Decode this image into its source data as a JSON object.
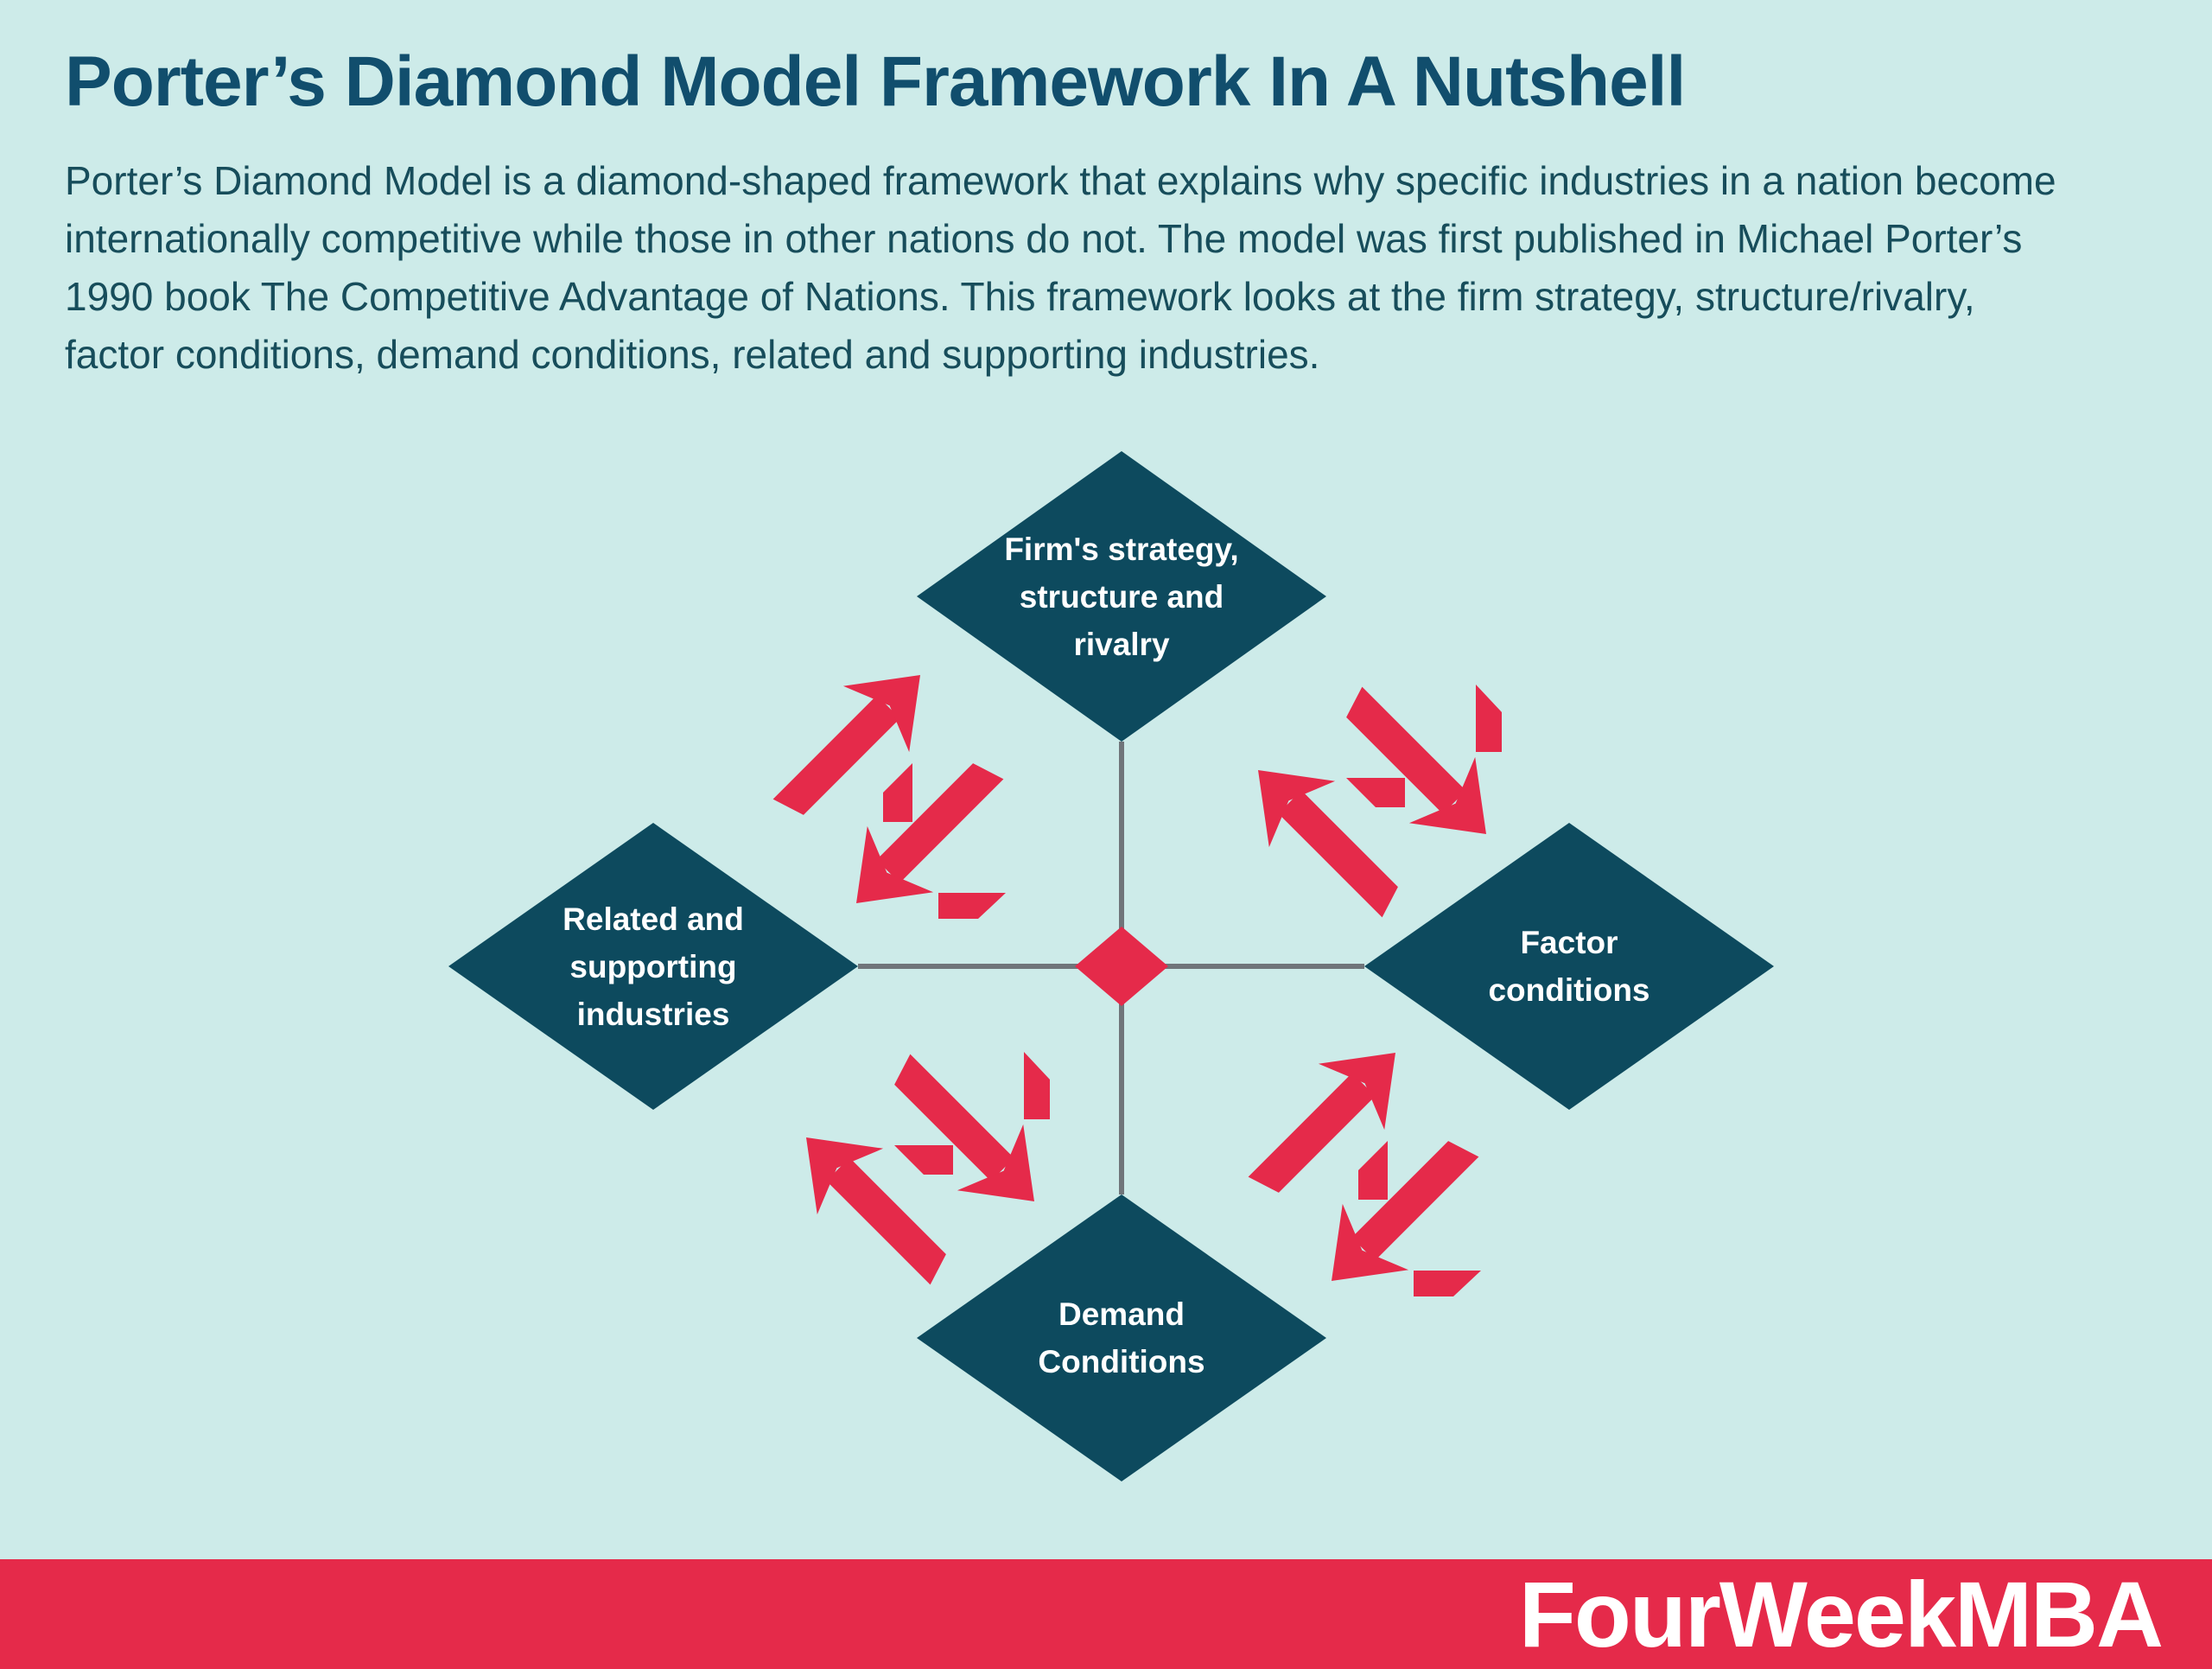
{
  "page": {
    "title": "Porter’s Diamond Model Framework In A Nutshell",
    "description": "Porter’s Diamond Model is a diamond-shaped framework that explains why specific industries in a nation become\ninternationally competitive while those in other nations do not. The model was first published in Michael Porter’s\n1990 book The Competitive Advantage of Nations. This framework looks at the firm strategy, structure/rivalry,\nfactor conditions, demand conditions, related and supporting industries.",
    "type_note": "static infographic diagram"
  },
  "diagram": {
    "model": "Porter's Diamond Model",
    "nodes": {
      "top": {
        "label": "Firm's strategy,\nstructure and\nrivalry"
      },
      "left": {
        "label": "Related and\nsupporting\nindustries"
      },
      "right": {
        "label": "Factor\nconditions"
      },
      "bottom": {
        "label": "Demand\nConditions"
      }
    },
    "connectors": {
      "horizontal": "left-diamond to right-diamond",
      "vertical": "top-diamond to bottom-diamond",
      "hub": "small red diamond at center"
    },
    "arrow_clusters": [
      "double zigzag arrows between top and left diamonds",
      "double zigzag arrows between top and right diamonds",
      "double zigzag arrows between left and bottom diamonds",
      "double zigzag arrows between right and bottom diamonds"
    ]
  },
  "footer": {
    "brand": "FourWeekMBA"
  },
  "colors": {
    "background": "#cdebe9",
    "diamond_fill": "#0d4a5e",
    "accent_red": "#e52a4a",
    "title_text": "#114e6d",
    "body_text": "#174d5b",
    "connector_gray": "#70757a",
    "label_text": "#ffffff",
    "footer_bar": "#e52a4a",
    "footer_text": "#ffffff"
  }
}
